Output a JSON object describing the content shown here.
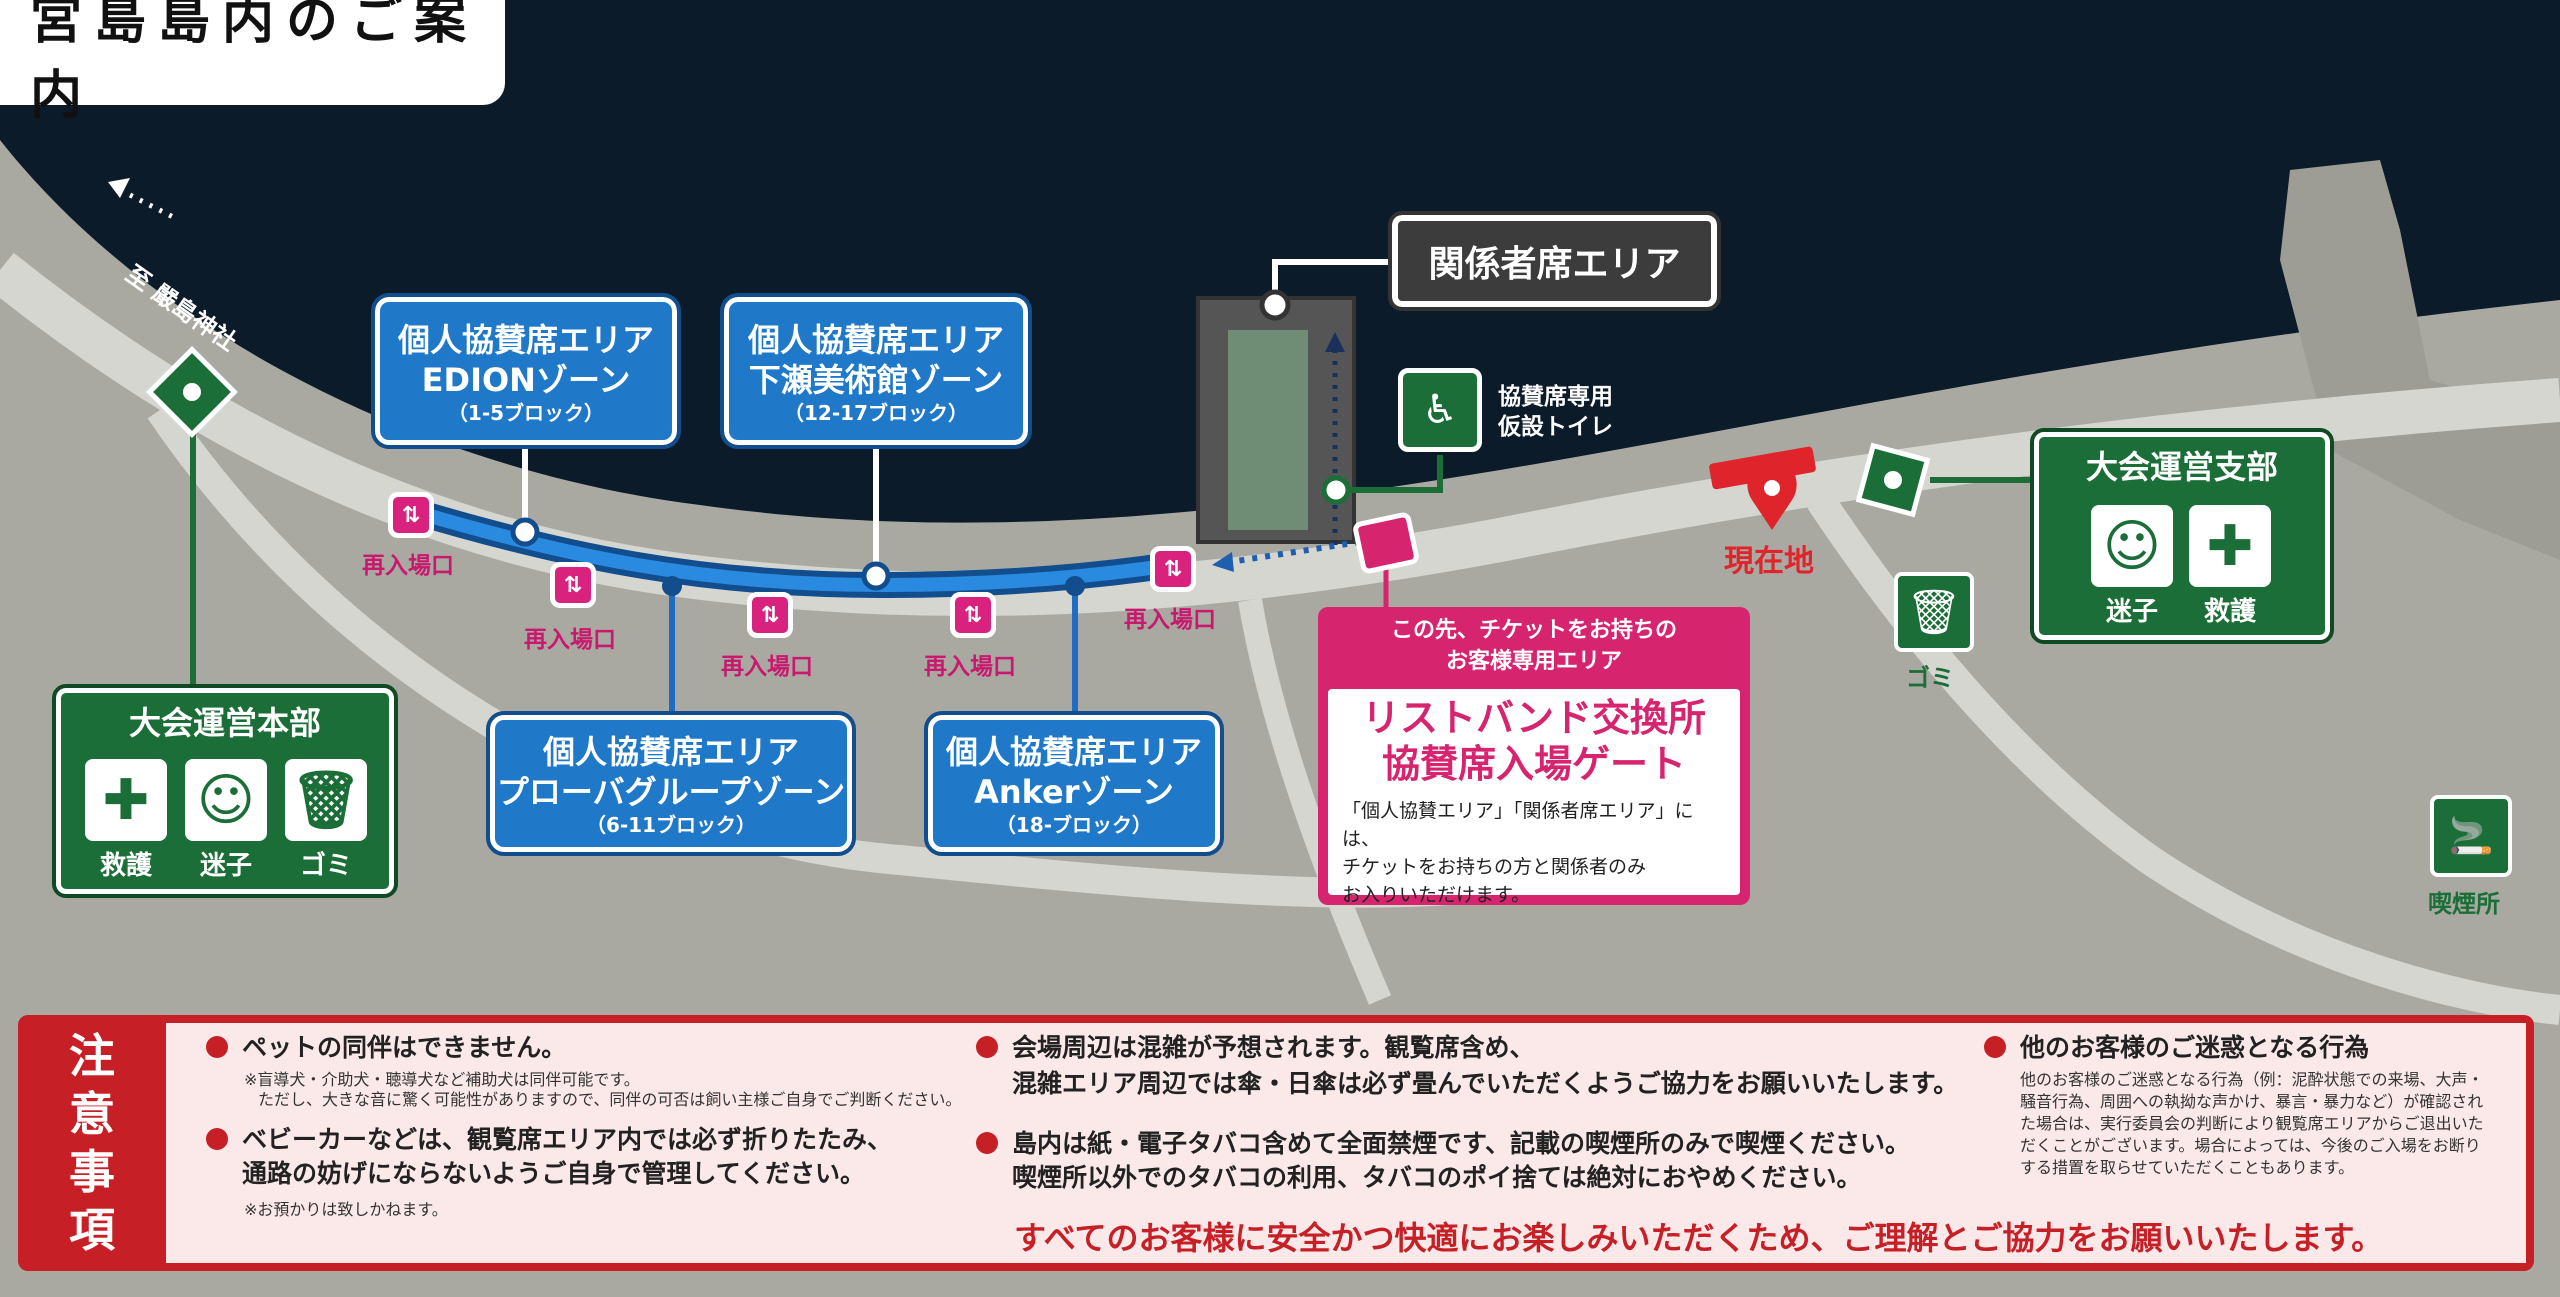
{
  "title": "宮島島内のご案内",
  "shrine_direction": "至 嚴島神社",
  "zones": [
    {
      "name": "個人協賛席エリア",
      "zone": "EDIONゾーン",
      "blocks": "（1-5ブロック）"
    },
    {
      "name": "個人協賛席エリア",
      "zone": "下瀬美術館ゾーン",
      "blocks": "（12-17ブロック）"
    },
    {
      "name": "個人協賛席エリア",
      "zone": "プローバグループゾーン",
      "blocks": "（6-11ブロック）"
    },
    {
      "name": "個人協賛席エリア",
      "zone": "Ankerゾーン",
      "blocks": "（18-ブロック）"
    }
  ],
  "reentry_label": "再入場口",
  "staff_area": "関係者席エリア",
  "toilet": {
    "line1": "協賛席専用",
    "line2": "仮設トイレ"
  },
  "ticket_box": {
    "header1": "この先、チケットをお持ちの",
    "header2": "お客様専用エリア",
    "gate1": "リストバンド交換所",
    "gate2": "協賛席入場ゲート",
    "note1": "「個人協賛エリア」「関係者席エリア」には、",
    "note2": "チケットをお持ちの方と関係者のみ",
    "note3": "お入りいただけます。"
  },
  "current_location": "現在地",
  "hq_main": {
    "title": "大会運営本部",
    "items": [
      "救護",
      "迷子",
      "ゴミ"
    ]
  },
  "hq_branch": {
    "title": "大会運営支部",
    "items": [
      "迷子",
      "救護"
    ]
  },
  "trash_label": "ゴミ",
  "smoking_label": "喫煙所",
  "caution": {
    "heading": [
      "注",
      "意",
      "事",
      "項"
    ],
    "pet": "ペットの同伴はできません。",
    "pet_note1": "※盲導犬・介助犬・聴導犬など補助犬は同伴可能です。",
    "pet_note2": "ただし、大きな音に驚く可能性がありますので、同伴の可否は飼い主様ご自身でご判断ください。",
    "stroller1": "ベビーカーなどは、観覧席エリア内では必ず折りたたみ、",
    "stroller2": "通路の妨げにならないようご自身で管理してください。",
    "stroller_note": "※お預かりは致しかねます。",
    "crowd1": "会場周辺は混雑が予想されます。観覧席含め、",
    "crowd2": "混雑エリア周辺では傘・日傘は必ず畳んでいただくようご協力をお願いいたします。",
    "smoke1": "島内は紙・電子タバコ含めて全面禁煙です、記載の喫煙所のみで喫煙ください。",
    "smoke2": "喫煙所以外でのタバコの利用、タバコのポイ捨ては絶対におやめください。",
    "nuisance": "他のお客様のご迷惑となる行為",
    "nuisance_note1": "他のお客様のご迷惑となる行為（例：泥酔状態での来場、大声・",
    "nuisance_note2": "騒音行為、周囲への執拗な声かけ、暴言・暴力など）が確認され",
    "nuisance_note3": "た場合は、実行委員会の判断により観覧席エリアからご退出いた",
    "nuisance_note4": "だくことがございます。場合によっては、今後のご入場をお断り",
    "nuisance_note5": "する措置を取らせていただくこともあります。",
    "final": "すべてのお客様に安全かつ快適にお楽しみいただくため、ご理解とご協力をお願いいたします。"
  }
}
